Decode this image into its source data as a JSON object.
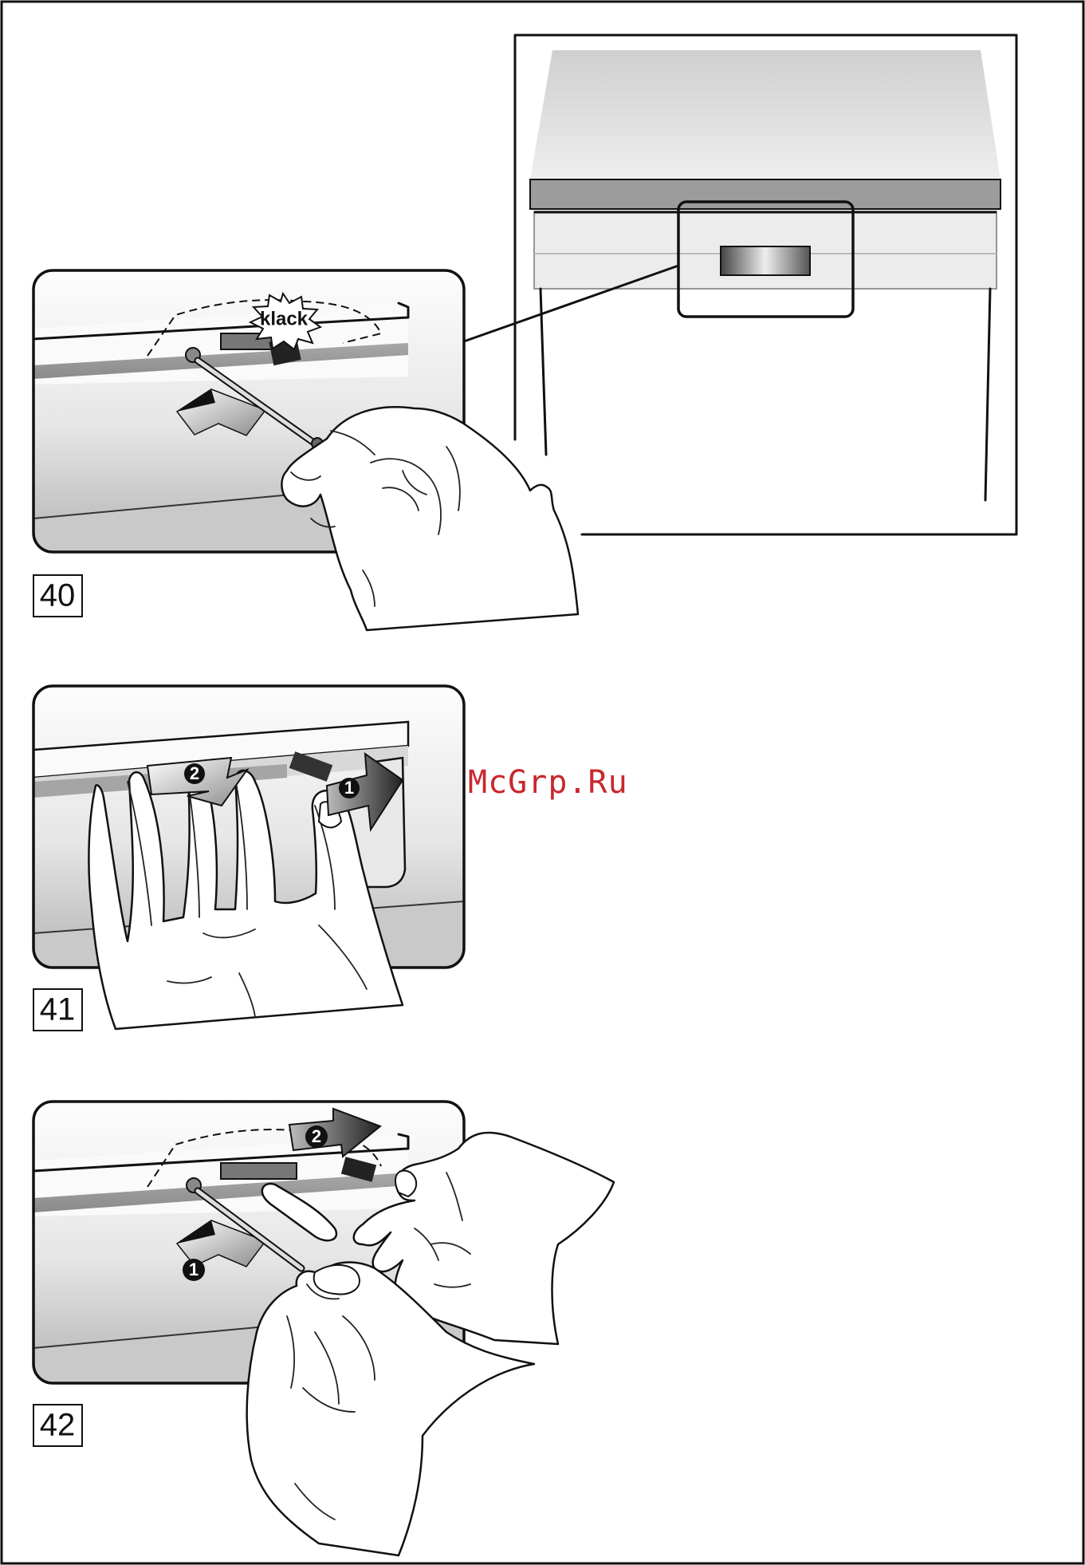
{
  "figures": [
    {
      "number": "40",
      "callout": "klack"
    },
    {
      "number": "41",
      "steps": [
        "1",
        "2"
      ]
    },
    {
      "number": "42",
      "steps": [
        "1",
        "2"
      ]
    }
  ],
  "watermark": "McGrp.Ru",
  "colors": {
    "ink": "#111111",
    "panel_gradient_top": "#ffffff",
    "panel_gradient_bottom": "#b4b4b4",
    "appliance_lid": "#d8d8d8",
    "watermark": "#c8282e"
  }
}
